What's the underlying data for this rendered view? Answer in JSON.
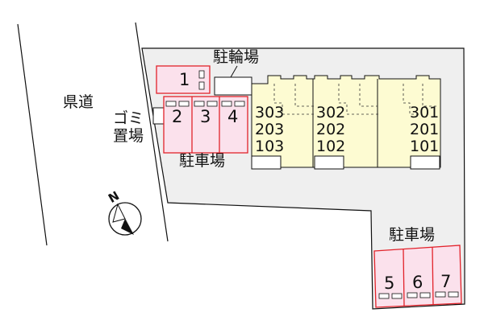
{
  "labels": {
    "road": "県道",
    "garbage_line1": "ゴミ",
    "garbage_line2": "置場",
    "bicycle_parking": "駐輪場",
    "parking_upper": "駐車場",
    "parking_lower": "駐車場"
  },
  "parking_spots": [
    {
      "number": "1"
    },
    {
      "number": "2"
    },
    {
      "number": "3"
    },
    {
      "number": "4"
    },
    {
      "number": "5"
    },
    {
      "number": "6"
    },
    {
      "number": "7"
    }
  ],
  "units": [
    {
      "floor3": "303",
      "floor2": "203",
      "floor1": "103"
    },
    {
      "floor3": "302",
      "floor2": "202",
      "floor1": "102"
    },
    {
      "floor3": "301",
      "floor2": "201",
      "floor1": "101"
    }
  ],
  "compass": {
    "label": "N",
    "icon": "north-arrow-icon"
  },
  "colors": {
    "site": "#efefef",
    "building": "#fdfbd2",
    "parking_fill": "#fbe1ec",
    "parking_stroke": "#e2222a",
    "outline": "#111111"
  }
}
